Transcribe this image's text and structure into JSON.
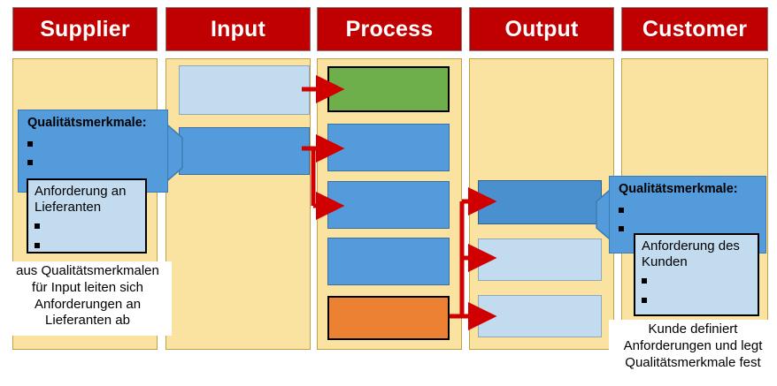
{
  "diagram": {
    "type": "SIPOC",
    "columns": [
      {
        "id": "supplier",
        "label": "Supplier"
      },
      {
        "id": "input",
        "label": "Input"
      },
      {
        "id": "process",
        "label": "Process"
      },
      {
        "id": "output",
        "label": "Output"
      },
      {
        "id": "customer",
        "label": "Customer"
      }
    ]
  },
  "supplier": {
    "callout": {
      "title": "Qualitätsmerkmale:",
      "bullets": [
        "",
        ""
      ]
    },
    "requirement_box": {
      "text": "Anforderung an Lieferanten",
      "bullets": [
        "",
        ""
      ]
    },
    "note": "aus Qualitätsmerkmalen für Input leiten sich Anforderungen an Lieferanten ab"
  },
  "input": {
    "boxes": [
      {
        "id": "input-box-1",
        "fill": "lightblue",
        "label": ""
      },
      {
        "id": "input-box-2",
        "fill": "midblue",
        "label": ""
      }
    ]
  },
  "process": {
    "boxes": [
      {
        "id": "process-box-1",
        "fill": "green",
        "label": ""
      },
      {
        "id": "process-box-2",
        "fill": "midblue",
        "label": ""
      },
      {
        "id": "process-box-3",
        "fill": "midblue",
        "label": ""
      },
      {
        "id": "process-box-4",
        "fill": "midblue",
        "label": ""
      },
      {
        "id": "process-box-5",
        "fill": "orange",
        "label": ""
      }
    ]
  },
  "output": {
    "boxes": [
      {
        "id": "output-box-1",
        "fill": "darkblue",
        "label": ""
      },
      {
        "id": "output-box-2",
        "fill": "lightblue",
        "label": ""
      },
      {
        "id": "output-box-3",
        "fill": "lightblue",
        "label": ""
      }
    ]
  },
  "customer": {
    "callout": {
      "title": "Qualitätsmerkmale:",
      "bullets": [
        "",
        ""
      ]
    },
    "requirement_box": {
      "text": "Anforderung des Kunden",
      "bullets": [
        "",
        ""
      ]
    },
    "note": "Kunde definiert Anforderungen und legt Qualitätsmerkmale fest"
  },
  "colors": {
    "header_red": "#C00000",
    "panel_sand": "#FAE3A0",
    "panel_border": "#BFA14A",
    "green": "#6EAF4B",
    "orange": "#ED8133",
    "mid_blue": "#539BDB",
    "dark_blue": "#4A90CF",
    "light_blue": "#C3DBEF",
    "arrow_red": "#D00000"
  }
}
